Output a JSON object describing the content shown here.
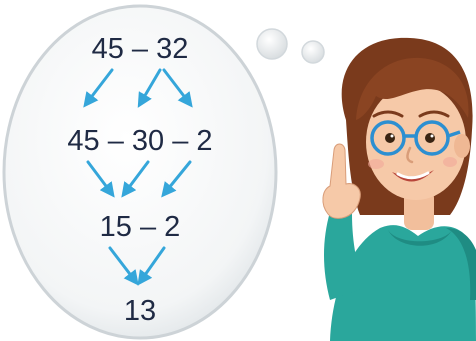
{
  "steps": [
    {
      "text": "45 – 32"
    },
    {
      "text": "45 – 30 – 2"
    },
    {
      "text": "15 – 2"
    },
    {
      "text": "13"
    }
  ],
  "colors": {
    "bubble_fill": "#f4f6f7",
    "bubble_stroke": "#c9cfd3",
    "arrow": "#35a6da",
    "text": "#1f2a44",
    "hair": "#7a3a1c",
    "skin": "#f6c9a8",
    "shirt": "#2aa79c",
    "glasses": "#2c8fd1"
  }
}
